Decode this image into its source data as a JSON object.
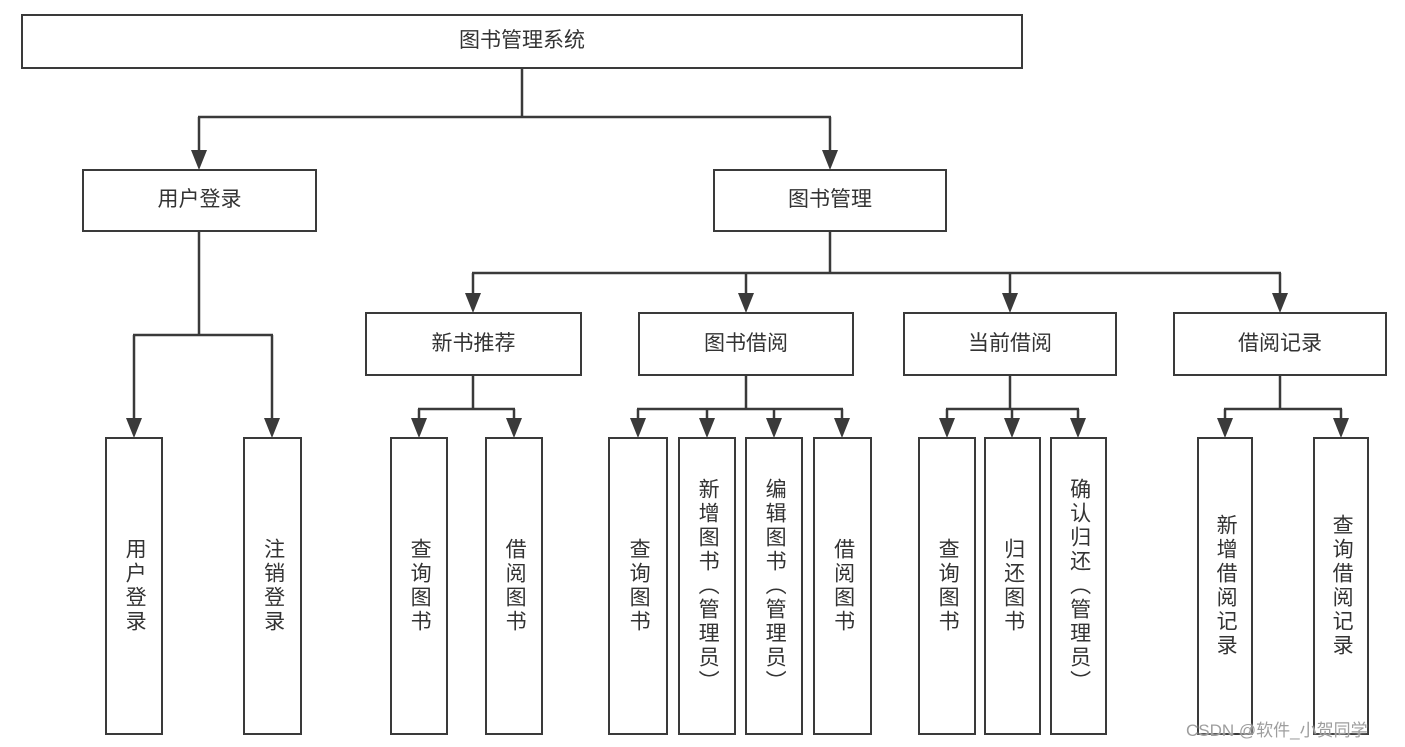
{
  "tree": {
    "label": "图书管理系统",
    "children": [
      {
        "label": "用户登录",
        "children": [
          {
            "label": "用户登录"
          },
          {
            "label": "注销登录"
          }
        ]
      },
      {
        "label": "图书管理",
        "children": [
          {
            "label": "新书推荐",
            "children": [
              {
                "label": "查询图书"
              },
              {
                "label": "借阅图书"
              }
            ]
          },
          {
            "label": "图书借阅",
            "children": [
              {
                "label": "查询图书"
              },
              {
                "label": "新增图书（管理员）"
              },
              {
                "label": "编辑图书（管理员）"
              },
              {
                "label": "借阅图书"
              }
            ]
          },
          {
            "label": "当前借阅",
            "children": [
              {
                "label": "查询图书"
              },
              {
                "label": "归还图书"
              },
              {
                "label": "确认归还（管理员）"
              }
            ]
          },
          {
            "label": "借阅记录",
            "children": [
              {
                "label": "新增借阅记录"
              },
              {
                "label": "查询借阅记录"
              }
            ]
          }
        ]
      }
    ]
  },
  "watermark": {
    "text": "CSDN @软件_小贺同学"
  },
  "colors": {
    "line": "#3a3a3a",
    "box_border": "#3a3a3a",
    "text": "#333333",
    "watermark": "#9e9e9e",
    "background": "#ffffff"
  }
}
